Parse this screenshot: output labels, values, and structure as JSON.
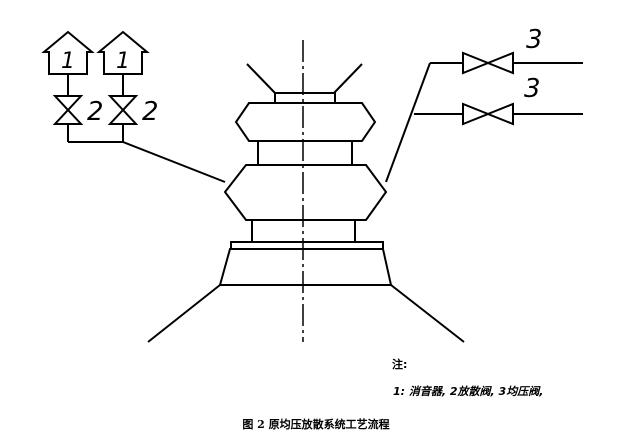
{
  "labels": {
    "muffler_1a": "1",
    "muffler_1b": "1",
    "valve_2a": "2",
    "valve_2b": "2",
    "valve_3a": "3",
    "valve_3b": "3"
  },
  "note": {
    "title": "注:",
    "body": "1: 消音器, 2放散阀, 3均压阀,"
  },
  "caption": "图 2    原均压放散系统工艺流程"
}
